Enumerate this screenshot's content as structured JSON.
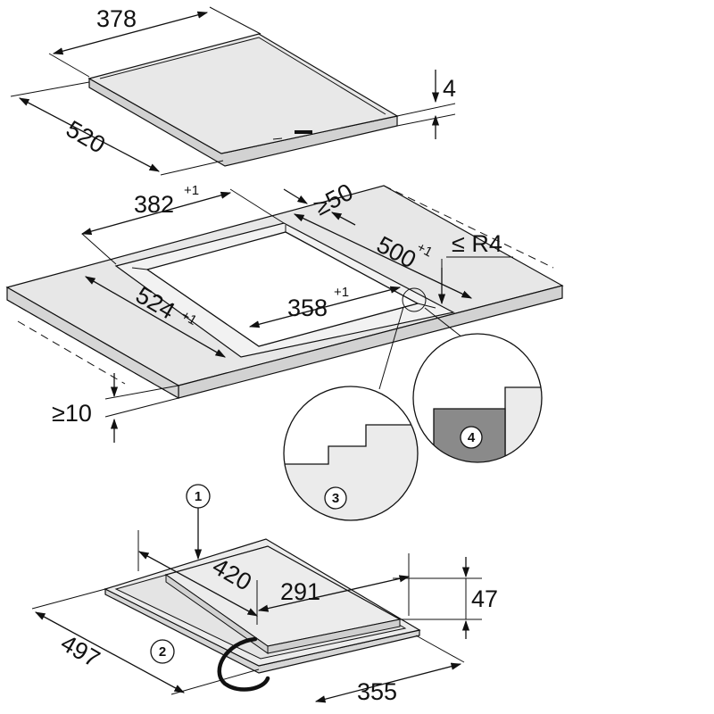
{
  "top_panel": {
    "width": "378",
    "depth": "520",
    "thickness": "4"
  },
  "cutout": {
    "width": "382",
    "width_tol": "+1",
    "back_clearance": "≥50",
    "depth": "500",
    "depth_tol": "+1",
    "radius": "≤ R4",
    "rebate_depth": "524",
    "rebate_depth_tol": "+1",
    "rebate_width": "358",
    "rebate_width_tol": "+1",
    "worktop_min": "≥10"
  },
  "details": {
    "marker_3": "3",
    "marker_4": "4"
  },
  "bottom_unit": {
    "marker_1": "1",
    "marker_2": "2",
    "inner_depth": "420",
    "inner_width": "291",
    "height": "47",
    "depth": "497",
    "width": "355"
  },
  "colors": {
    "line": "#111111",
    "panel_fill": "#e7e7e7",
    "edge_fill": "#d2d2d2",
    "detail_fill": "#ebebeb",
    "gray_fill": "#8a8a8a",
    "cable": "#111111"
  }
}
